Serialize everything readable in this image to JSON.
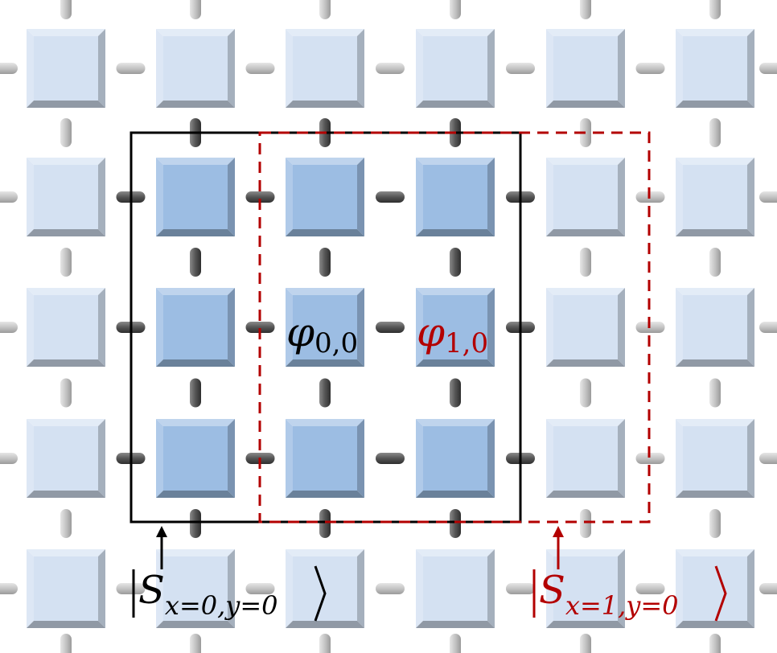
{
  "lattice": {
    "columns": 6,
    "rows": 5,
    "active_columns": [
      1,
      2,
      3
    ],
    "active_rows": [
      1,
      2,
      3
    ],
    "colors": {
      "site_light": "#d4e1f2",
      "site_active": "#9cbde3",
      "bond_light": "#bdbdbd",
      "bond_active": "#555555"
    }
  },
  "boxes": {
    "black": {
      "color": "#000000",
      "style": "solid"
    },
    "red": {
      "color": "#b30000",
      "style": "dashed"
    }
  },
  "labels": {
    "phi": "φ",
    "phi_sub_00": "0,0",
    "phi_sub_10": "1,0",
    "ket_S": "S",
    "ket_sub_0": "x=0,y=0",
    "ket_sub_1": "x=1,y=0"
  }
}
